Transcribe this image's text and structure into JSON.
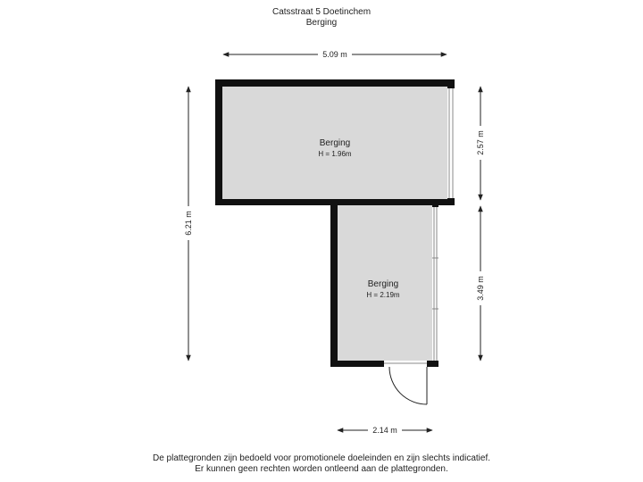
{
  "header": {
    "address": "Catsstraat 5 Doetinchem",
    "floor": "Berging"
  },
  "dimensions": {
    "top_width": "5.09 m",
    "total_height": "6.21 m",
    "upper_height": "2.57 m",
    "lower_height": "3.49 m",
    "bottom_width": "2.14 m"
  },
  "rooms": [
    {
      "name": "Berging",
      "height": "H = 1.96m"
    },
    {
      "name": "Berging",
      "height": "H = 2.19m"
    }
  ],
  "footer": {
    "line1": "De plattegronden zijn bedoeld voor promotionele doeleinden en zijn slechts indicatief.",
    "line2": "Er kunnen geen rechten worden ontleend aan de plattegronden."
  },
  "colors": {
    "wall": "#111111",
    "floor": "#d9d9d9",
    "dimension_line": "#222222"
  }
}
